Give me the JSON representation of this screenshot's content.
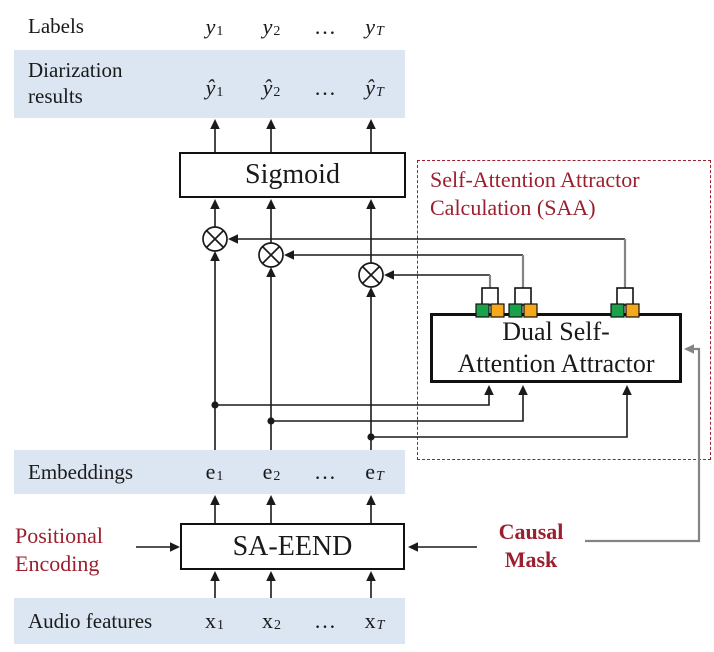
{
  "colors": {
    "row_background": "#dce6f2",
    "accent_red": "#9b1f2e",
    "dashed_border_red": "#9b2030",
    "attractor_green": "#19a24a",
    "attractor_orange": "#f5a91a",
    "line_black": "#1a1a1a",
    "connector_gray": "#848484"
  },
  "top": {
    "labels_caption": "Labels",
    "symbols": [
      {
        "base": "y",
        "sub": "1"
      },
      {
        "base": "y",
        "sub": "2"
      },
      {
        "base": "…",
        "sub": ""
      },
      {
        "base": "y",
        "sub": "T"
      }
    ]
  },
  "diarization_row": {
    "caption_line1": "Diarization",
    "caption_line2": "results",
    "symbols": [
      {
        "base": "ŷ",
        "sub": "1"
      },
      {
        "base": "ŷ",
        "sub": "2"
      },
      {
        "base": "…",
        "sub": ""
      },
      {
        "base": "ŷ",
        "sub": "T"
      }
    ]
  },
  "sigmoid_box": {
    "label": "Sigmoid"
  },
  "saa_region": {
    "title_line1": "Self-Attention Attractor",
    "title_line2": "Calculation (SAA)"
  },
  "attractor_box": {
    "label_line1": "Dual Self-",
    "label_line2": "Attention Attractor"
  },
  "embeddings_row": {
    "caption": "Embeddings",
    "symbols": [
      {
        "base": "e",
        "sub": "1"
      },
      {
        "base": "e",
        "sub": "2"
      },
      {
        "base": "…",
        "sub": ""
      },
      {
        "base": "e",
        "sub": "T"
      }
    ]
  },
  "sa_eend_box": {
    "label": "SA-EEND"
  },
  "positional_encoding": {
    "line1": "Positional",
    "line2": "Encoding"
  },
  "causal_mask": {
    "line1": "Causal",
    "line2": "Mask"
  },
  "audio_row": {
    "caption": "Audio features",
    "symbols": [
      {
        "base": "x",
        "sub": "1"
      },
      {
        "base": "x",
        "sub": "2"
      },
      {
        "base": "…",
        "sub": ""
      },
      {
        "base": "x",
        "sub": "T"
      }
    ]
  }
}
